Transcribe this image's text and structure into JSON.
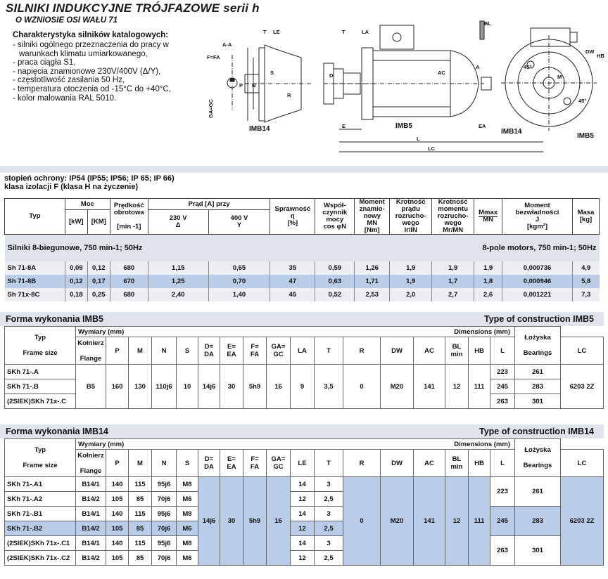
{
  "header": {
    "title": "SILNIKI INDUKCYJNE TRÓJFAZOWE serii h",
    "subtitle": "O WZNIOSIE OSI WAŁU 71",
    "char_heading": "Charakterystyka silników katalogowych:",
    "char_items": [
      "- silniki ogólnego przeznaczenia do pracy w warunkach klimatu umiarkowanego,",
      "- praca ciągła S1,",
      "- napięcia znamionowe 230V/400V (Δ/Y),",
      "- częstotliwość zasilania 50 Hz,",
      "- temperatura otoczenia od -15°C do +40°C,",
      "- kolor malowania RAL 5010."
    ]
  },
  "drawing": {
    "labels": {
      "aa": "A-A",
      "t": "T",
      "le": "LE",
      "ffa": "F=FA",
      "p": "P",
      "n": "N",
      "s": "S",
      "r": "R",
      "gagc": "GA=GC",
      "imb14a": "IMB14",
      "t2": "T",
      "la": "LA",
      "d": "D",
      "e": "E",
      "imb5": "IMB5",
      "ac": "AC",
      "l": "L",
      "lc": "LC",
      "a": "A",
      "ea": "EA",
      "bl": "BL",
      "dw": "DW",
      "hb": "HB",
      "deg45a": "45°",
      "deg45b": "45°",
      "m": "M",
      "imb14b": "IMB14",
      "imb5b": "IMB5"
    }
  },
  "protection": {
    "line1": "stopień ochrony: IP54 (IP55; IP56; IP 65; IP 66)",
    "line2": "klasa izolacji F (klasa H na życzenie)"
  },
  "motor_table": {
    "h_typ": "Typ",
    "h_moc": "Moc",
    "h_kw": "[kW]",
    "h_km": "[KM]",
    "h_speed": "Prędkość obrotowa",
    "h_speed_unit": "[min -1]",
    "h_current": "Prąd [A] przy",
    "h_230": "230 V",
    "h_230s": "Δ",
    "h_400": "400 V",
    "h_400s": "Y",
    "h_eff": "Sprawność",
    "h_eff_sym": "η",
    "h_eff_unit": "[%]",
    "h_pf": "Współ-czynnik mocy",
    "h_pf_sym": "cos φN",
    "h_moment": "Moment znamio-nowy",
    "h_moment_sym": "MN",
    "h_moment_unit": "[Nm]",
    "h_kr": "Krotność prądu rozrucho-wego",
    "h_kr_sym": "Ir/IN",
    "h_km2": "Krotność momentu rozrucho-wego",
    "h_km2_sym": "Mr/MN",
    "h_mmax": "Mmax",
    "h_mn": "MN",
    "h_inertia": "Moment bezwładności",
    "h_inertia_sym": "J",
    "h_inertia_unit": "[kgm²]",
    "h_mass": "Masa",
    "h_mass_unit": "[kg]",
    "section_pl": "Silniki 8-biegunowe, 750 min-1; 50Hz",
    "section_en": "8-pole motors, 750 min-1; 50Hz",
    "rows": [
      [
        "Sh 71-8A",
        "0,09",
        "0,12",
        "680",
        "1,15",
        "0,65",
        "35",
        "0,59",
        "1,26",
        "1,9",
        "1,9",
        "1,9",
        "0,000736",
        "4,9"
      ],
      [
        "Sh 71-8B",
        "0,12",
        "0,17",
        "670",
        "1,25",
        "0,70",
        "47",
        "0,63",
        "1,71",
        "1,9",
        "1,7",
        "1,8",
        "0,000946",
        "5,8"
      ],
      [
        "Sh 71x-8C",
        "0,18",
        "0,25",
        "680",
        "2,40",
        "1,40",
        "45",
        "0,52",
        "2,53",
        "2,0",
        "2,7",
        "2,6",
        "0,001221",
        "7,3"
      ]
    ]
  },
  "imb5": {
    "title_pl": "Forma wykonania IMB5",
    "title_en": "Type of construction IMB5",
    "h_typ": "Typ",
    "h_frame": "Frame size",
    "h_wym": "Wymiary (mm)",
    "h_dim": "Dimensions (mm)",
    "h_kol": "Kołnierz",
    "h_flange": "Flange",
    "h_bear_pl": "Łożyska",
    "h_bear_en": "Bearings",
    "cols": [
      "P",
      "M",
      "N",
      "S",
      "D= DA",
      "E= EA",
      "F= FA",
      "GA= GC",
      "LA",
      "T",
      "R",
      "DW",
      "AC",
      "BL min",
      "HB",
      "L",
      "LC"
    ],
    "types": [
      "SKh 71-.A",
      "SKh 71-.B",
      "(2SIEK)SKh 71x-.C"
    ],
    "flange": "B5",
    "vals": [
      "160",
      "130",
      "110j6",
      "10",
      "14j6",
      "30",
      "5h9",
      "16",
      "9",
      "3,5",
      "0",
      "M20",
      "141",
      "12",
      "111"
    ],
    "L": [
      "223",
      "245",
      "263"
    ],
    "LC": [
      "261",
      "283",
      "301"
    ],
    "bearing": "6203 2Z"
  },
  "imb14": {
    "title_pl": "Forma wykonania IMB14",
    "title_en": "Type of construction IMB14",
    "h_typ": "Typ",
    "h_frame": "Frame size",
    "h_wym": "Wymiary (mm)",
    "h_dim": "Dimensions (mm)",
    "h_kol": "Kołnierz",
    "h_flange": "Flange",
    "h_bear_pl": "Łożyska",
    "h_bear_en": "Bearings",
    "cols": [
      "P",
      "M",
      "N",
      "S",
      "D= DA",
      "E= EA",
      "F= FA",
      "GA= GC",
      "LE",
      "T",
      "R",
      "DW",
      "AC",
      "BL min",
      "HB",
      "L",
      "LC"
    ],
    "rows": [
      [
        "SKh 71-.A1",
        "B14/1",
        "140",
        "115",
        "95j6",
        "M8",
        "14",
        "3"
      ],
      [
        "SKh 71-.A2",
        "B14/2",
        "105",
        "85",
        "70j6",
        "M6",
        "12",
        "2,5"
      ],
      [
        "SKh 71-.B1",
        "B14/1",
        "140",
        "115",
        "95j6",
        "M8",
        "14",
        "3"
      ],
      [
        "SKh 71-.B2",
        "B14/2",
        "105",
        "85",
        "70j6",
        "M6",
        "12",
        "2,5"
      ],
      [
        "(2SIEK)SKh 71x-.C1",
        "B14/1",
        "140",
        "115",
        "95j6",
        "M8",
        "14",
        "3"
      ],
      [
        "(2SIEK)SKh 71x-.C2",
        "B14/2",
        "105",
        "85",
        "70j6",
        "M6",
        "12",
        "2,5"
      ]
    ],
    "shared": [
      "14j6",
      "30",
      "5h9",
      "16"
    ],
    "shared2": [
      "0",
      "M20",
      "141",
      "12",
      "111"
    ],
    "L": [
      "223",
      "245",
      "263"
    ],
    "LC": [
      "261",
      "283",
      "301"
    ],
    "bearing": "6203 2Z"
  }
}
